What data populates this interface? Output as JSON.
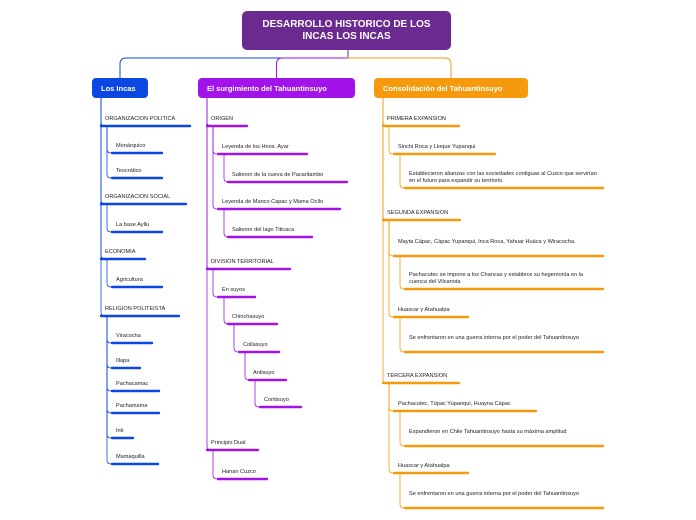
{
  "root": {
    "title": "DESARROLLO HISTORICO DE LOS INCAS LOS INCAS"
  },
  "colors": {
    "root": "#6b2a8f",
    "blue": "#0b47e0",
    "purple": "#a113e8",
    "orange": "#f59a0c"
  },
  "branches": [
    {
      "label": "Los Incas",
      "color": "#0b47e0",
      "nodes": [
        {
          "text": "ORGANIZACION POLITICA"
        },
        {
          "text": "Monárquico"
        },
        {
          "text": "Teocrático"
        },
        {
          "text": "ORGANIZACION SOCIAL"
        },
        {
          "text": "La base Ayllu"
        },
        {
          "text": "ECONOMIA"
        },
        {
          "text": "Agricultura"
        },
        {
          "text": "RELIGION POLITEISTA"
        },
        {
          "text": "Viracocha"
        },
        {
          "text": "Illapa"
        },
        {
          "text": "Pachacamac"
        },
        {
          "text": "Pachamama"
        },
        {
          "text": "Inti"
        },
        {
          "text": "Mamaquilla"
        }
      ]
    },
    {
      "label": "El surgimiento del Tahuantinsuyo",
      "color": "#a113e8",
      "nodes": [
        {
          "text": "ORIGEN"
        },
        {
          "text": "Leyenda de los Hnos. Ayar"
        },
        {
          "text": "Salieron de la cueva de Pacaritambo"
        },
        {
          "text": "Leyenda de Manco Capac y Mama Ocllo"
        },
        {
          "text": "Salieron del lago Titicaca"
        },
        {
          "text": "DIVISION TERRITORIAL"
        },
        {
          "text": "En suyos"
        },
        {
          "text": "Chinchasuyo"
        },
        {
          "text": "Collasuyo"
        },
        {
          "text": "Antisuyo"
        },
        {
          "text": "Contisuyo"
        },
        {
          "text": "Principio Dual"
        },
        {
          "text": "Hanan Cuzco"
        }
      ]
    },
    {
      "label": "Consolidación del Tahuantinsuyo",
      "color": "#f59a0c",
      "nodes": [
        {
          "text": "PRIMERA EXPANSION"
        },
        {
          "text": "Sinchi Roca y Lloque Yupanqui"
        },
        {
          "text": "Establecieron alianzas con las sociedades contiguas al Cusco que servirían en el futuro para expandir su territorio."
        },
        {
          "text": "SEGUNDA EXPANSION"
        },
        {
          "text": "Mayta Cápac, Cápac Yupanqui, Inca Roca, Yahuar Huáca y Wiracocha."
        },
        {
          "text": "Pachacutec se impone a los Chancas y establece su hegemonía en la cuenca del Vilcanota"
        },
        {
          "text": "Huascar y Atahualpa"
        },
        {
          "text": "Se enfrentaron en una guerra interna por el poder del Tahuantinsuyo"
        },
        {
          "text": "TERCERA EXPANSION"
        },
        {
          "text": "Pachacutec, Túpac Yupanqui, Huayna Cápac"
        },
        {
          "text": "Expandieron en Chile Tahuantinsuyo hasta su máxima amplitud"
        },
        {
          "text": "Huascar y Atahualpa"
        },
        {
          "text": "Se enfrentaron en una guerra interna por el poder del Tahuantinsuyo"
        }
      ]
    }
  ]
}
